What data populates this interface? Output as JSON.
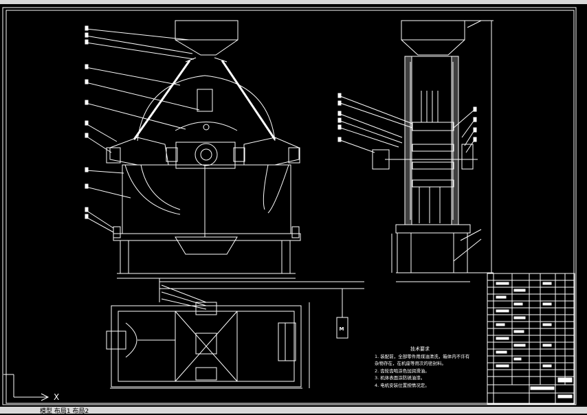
{
  "drawing": {
    "tech_requirements_title": "技术要求",
    "tech_requirements": [
      "1. 装配前，全部零件用煤油清洗，箱体内不许有",
      "   杂物存在，在机座等用次的密封料。",
      "2. 齿轮齿啮涂色加润滑油。",
      "3. 机体表面涂防锈油漆。",
      "4. 电机安装位置按情况定。"
    ],
    "motor_label": "M",
    "ucs_x_label": "X",
    "status_bar_text": "模型  布局1  布局2"
  }
}
